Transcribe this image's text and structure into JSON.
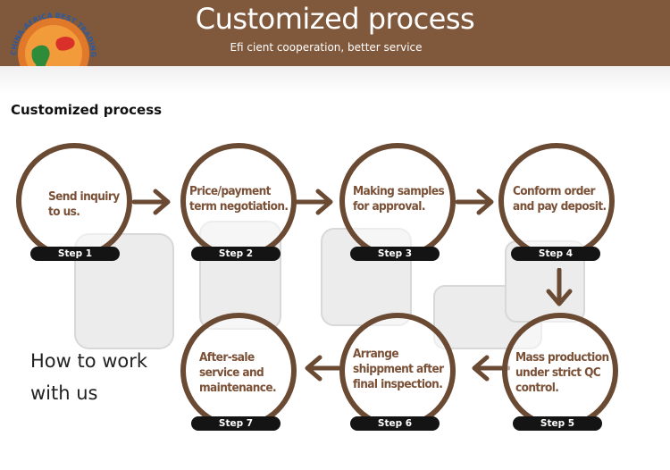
{
  "banner": {
    "title": "Customized process",
    "subtitle": "Efi cient cooperation, better service",
    "logo_text": "CHINA-AFRICA BEST TRADING PLATFORM"
  },
  "section_title": "Customized process",
  "side_text": {
    "line1": "How to work",
    "line2": "with us"
  },
  "steps": [
    {
      "text_line1": "Send inquiry",
      "text_line2": "to us.",
      "label": "Step 1"
    },
    {
      "text_line1": "Price/payment",
      "text_line2": "term negotiation.",
      "label": "Step 2"
    },
    {
      "text_line1": "Making samples",
      "text_line2": "for approval.",
      "label": "Step 3"
    },
    {
      "text_line1": "Conform order",
      "text_line2": "and pay deposit.",
      "label": "Step 4"
    },
    {
      "text_line1": "Mass production",
      "text_line2": "under strict QC",
      "text_line3": "control.",
      "label": "Step 5"
    },
    {
      "text_line1": "Arrange",
      "text_line2": "shippment after",
      "text_line3": "final inspection.",
      "label": "Step 6"
    },
    {
      "text_line1": "After-sale",
      "text_line2": "service and",
      "text_line3": "maintenance.",
      "label": "Step 7"
    }
  ],
  "colors": {
    "banner": "#80593c",
    "circle_border": "#6b4a33",
    "step_text": "#7a5036",
    "pill": "#141414"
  }
}
